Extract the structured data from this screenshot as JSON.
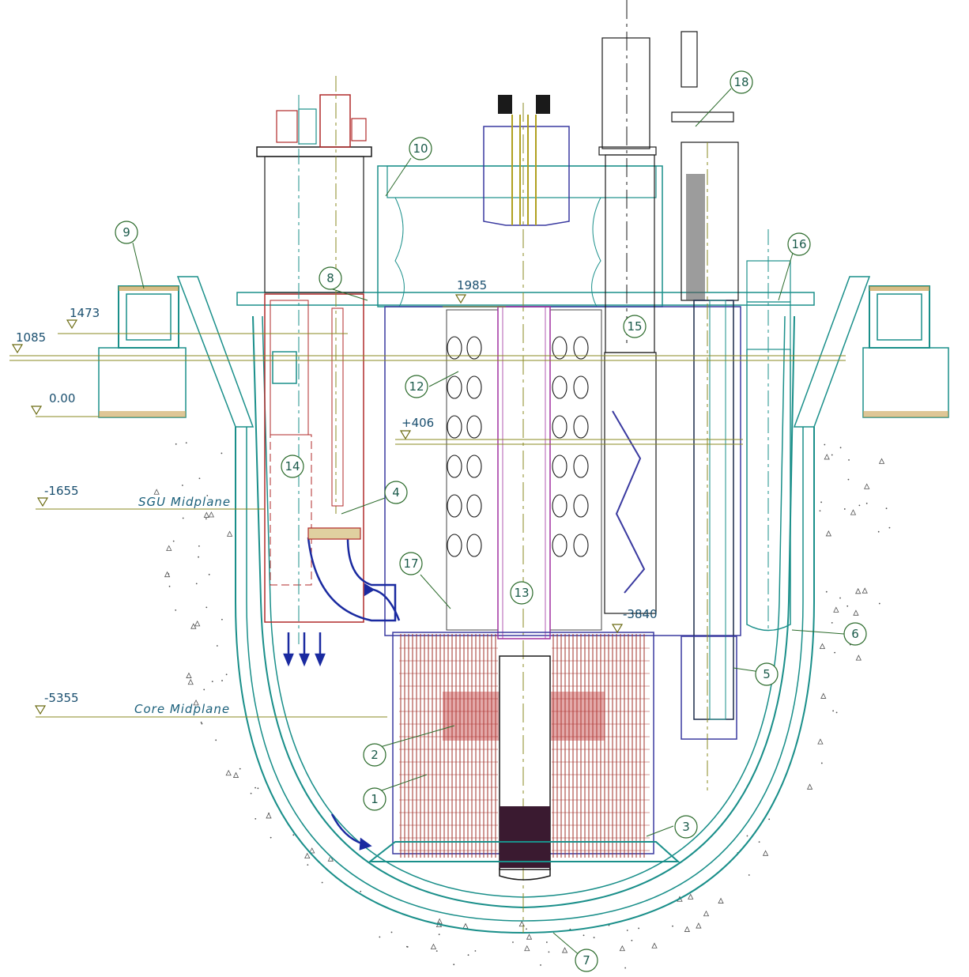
{
  "elevations": [
    {
      "id": "e1985",
      "label": "1985"
    },
    {
      "id": "e1473",
      "label": "1473"
    },
    {
      "id": "e1085",
      "label": "1085"
    },
    {
      "id": "e000",
      "label": "0.00"
    },
    {
      "id": "e406",
      "label": "+406"
    },
    {
      "id": "em1655",
      "label": "-1655"
    },
    {
      "id": "em3840",
      "label": "-3840"
    },
    {
      "id": "em5355",
      "label": "-5355"
    }
  ],
  "planes": {
    "sgu": "SGU Midplane",
    "core": "Core Midplane"
  },
  "callouts": [
    "1",
    "2",
    "3",
    "4",
    "5",
    "6",
    "7",
    "8",
    "9",
    "10",
    "12",
    "13",
    "14",
    "15",
    "16",
    "17",
    "18"
  ],
  "colors": {
    "vessel": "#1a8f8a",
    "pump": "#b02a2a",
    "internals": "#3a3aa0",
    "fuel": "#a0302a",
    "leader": "#2a6a2a",
    "elevation": "#6a6a10",
    "flow_arrow": "#1a2aa0",
    "concrete": "#606060"
  }
}
